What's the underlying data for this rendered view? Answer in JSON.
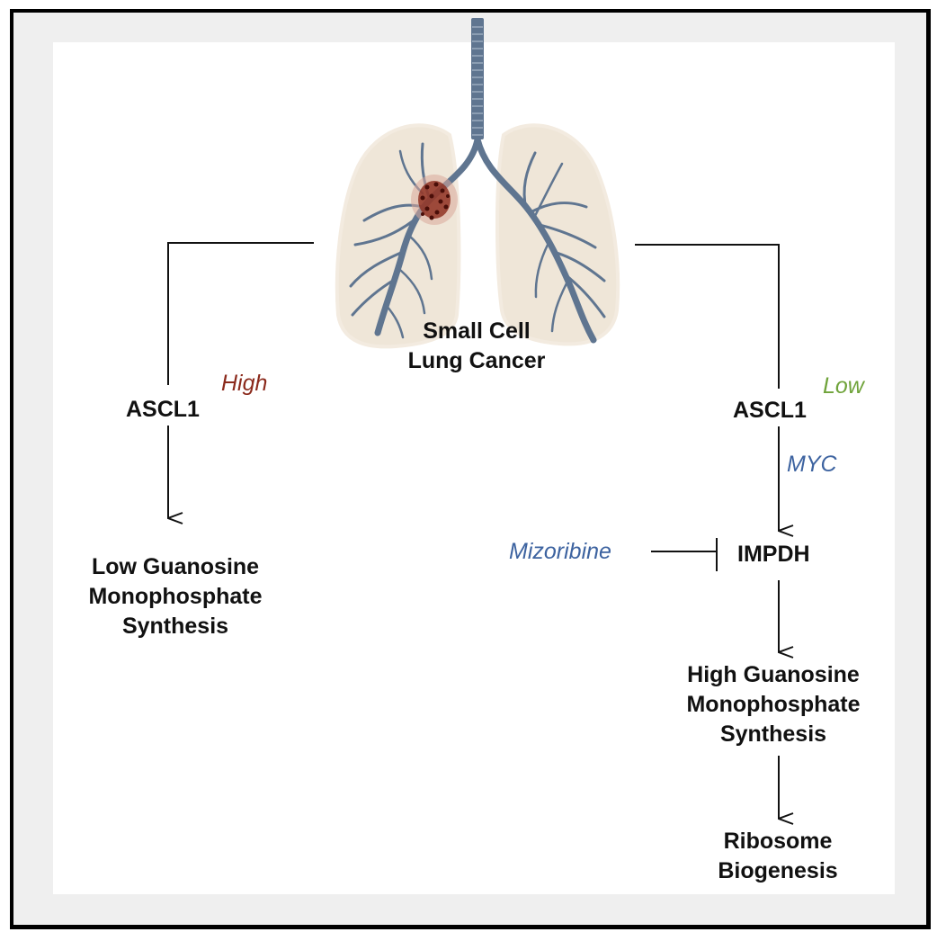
{
  "title": "Small Cell Lung Cancer",
  "title_lines": [
    "Small Cell",
    "Lung Cancer"
  ],
  "colors": {
    "high": "#8b2a1c",
    "low": "#6fa33a",
    "blue_italic": "#3d63a0",
    "airway": "#5f7590",
    "lung_fill": "#efe6d8",
    "tumor": "#6b1a10",
    "frame_bg": "#efefef"
  },
  "left_branch": {
    "gene": "ASCL1",
    "level": "High",
    "outcome_lines": [
      "Low Guanosine",
      "Monophosphate",
      "Synthesis"
    ]
  },
  "right_branch": {
    "gene": "ASCL1",
    "level": "Low",
    "mediator": "MYC",
    "enzyme": "IMPDH",
    "inhibitor": "Mizoribine",
    "outcome_lines": [
      "High Guanosine",
      "Monophosphate",
      "Synthesis"
    ],
    "final_lines": [
      "Ribosome",
      "Biogenesis"
    ]
  },
  "icons": {
    "lungs": "lungs-illustration",
    "tumor": "tumor-cluster"
  }
}
